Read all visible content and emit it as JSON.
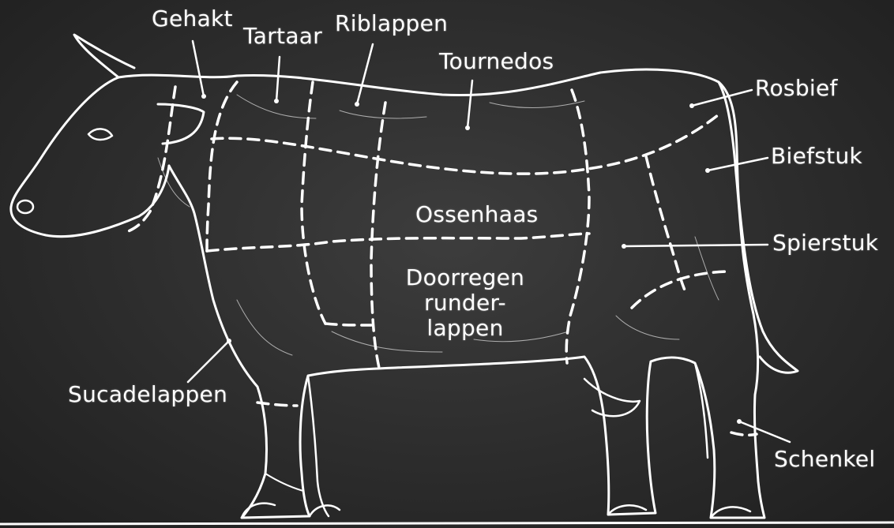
{
  "diagram": {
    "background_color": "#2f2f2f",
    "line_color": "#ffffff",
    "labels": {
      "gehakt": "Gehakt",
      "tartaar": "Tartaar",
      "riblappen": "Riblappen",
      "tournedos": "Tournedos",
      "rosbief": "Rosbief",
      "biefstuk": "Biefstuk",
      "ossenhaas": "Ossenhaas",
      "spierstuk": "Spierstuk",
      "doorregen_line1": "Doorregen",
      "doorregen_line2": "runder-",
      "doorregen_line3": "lappen",
      "sucadelappen": "Sucadelappen",
      "schenkel": "Schenkel"
    }
  }
}
